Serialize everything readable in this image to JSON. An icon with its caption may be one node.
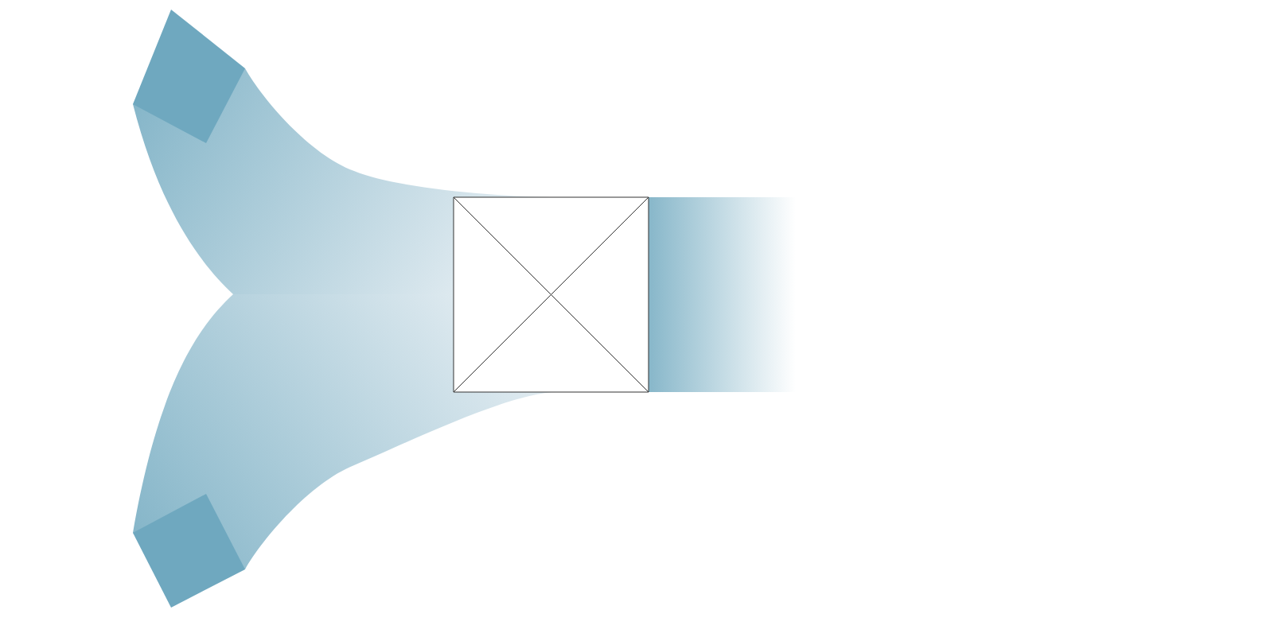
{
  "diagram": {
    "nodes": [
      {
        "text": [],
        "shape": "box"
      },
      {
        "text": [],
        "shape": "box"
      },
      {
        "text": [],
        "shape": "box"
      }
    ],
    "edges": [
      {
        "from": 0,
        "to": 2,
        "arrow": "none"
      },
      {
        "from": 1,
        "to": 2,
        "arrow": "none"
      },
      {
        "from": 2,
        "to": null,
        "arrow": "none"
      }
    ]
  }
}
